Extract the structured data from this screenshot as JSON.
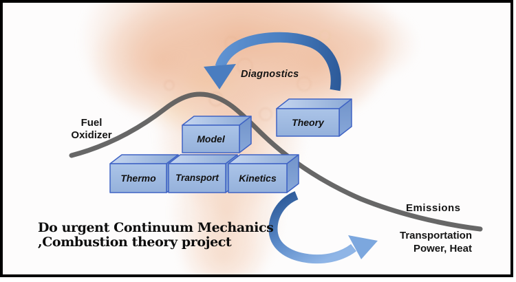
{
  "title": "Combustion science overview diagram",
  "labels": {
    "fuel_line1": "Fuel",
    "fuel_line2": "Oxidizer",
    "diagnostics": "Diagnostics",
    "emissions": "Emissions",
    "transportation_line1": "Transportation",
    "transportation_line2": "Power, Heat",
    "note_line1": "Do urgent Continuum Mechanics",
    "note_line2": ",Combustion theory project"
  },
  "boxes": [
    {
      "label": "Model"
    },
    {
      "label": "Theory"
    },
    {
      "label": "Thermo"
    },
    {
      "label": "Transport"
    },
    {
      "label": "Kinetics"
    }
  ],
  "icons": {
    "diagnostics_arrow": "curved-arrow-down-left-icon",
    "transportation_arrow": "curved-arrow-up-right-icon"
  },
  "colors": {
    "box_fill": "#a3bde2",
    "box_border": "#3f63c4",
    "curve_gray": "#5b5b5b",
    "arrow_dark_blue": "#2d5a99",
    "arrow_light_blue": "#8fb5e6",
    "flame_peach": "#eeb898",
    "text": "#141414",
    "frame": "#000000"
  }
}
